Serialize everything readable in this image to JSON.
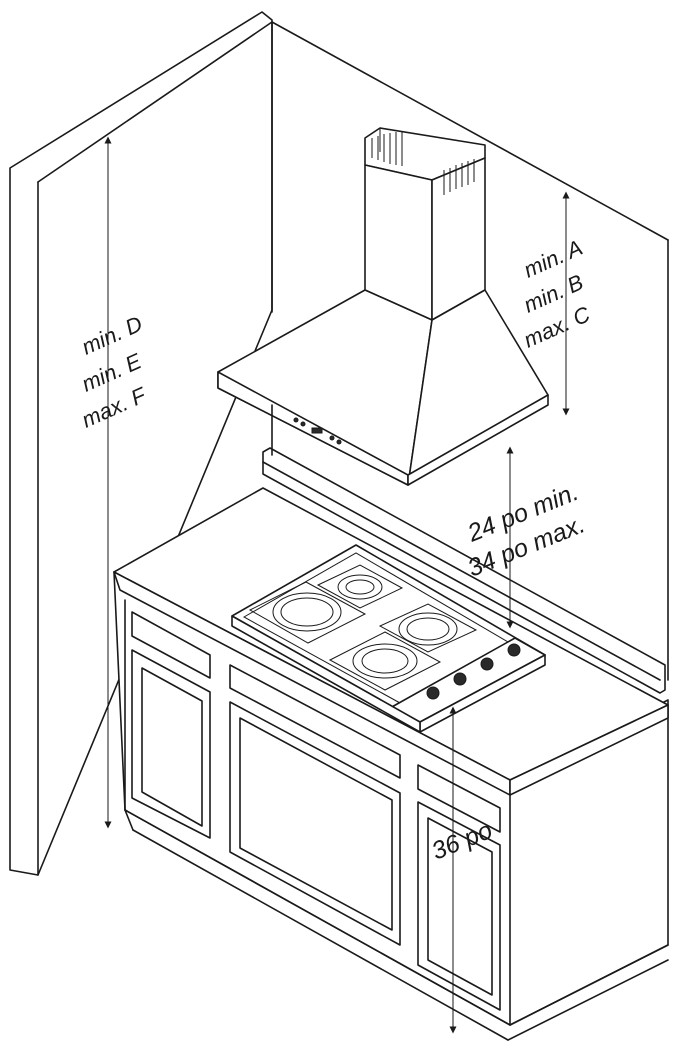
{
  "labels": {
    "wall_d": "min. D",
    "wall_e": "min. E",
    "wall_f": "max. F",
    "chimney_a": "min.  A",
    "chimney_b": "min.  B",
    "chimney_c": "max.  C",
    "clearance_min": "24 po min.",
    "clearance_max": "34 po max.",
    "counter_height": "36 po"
  }
}
